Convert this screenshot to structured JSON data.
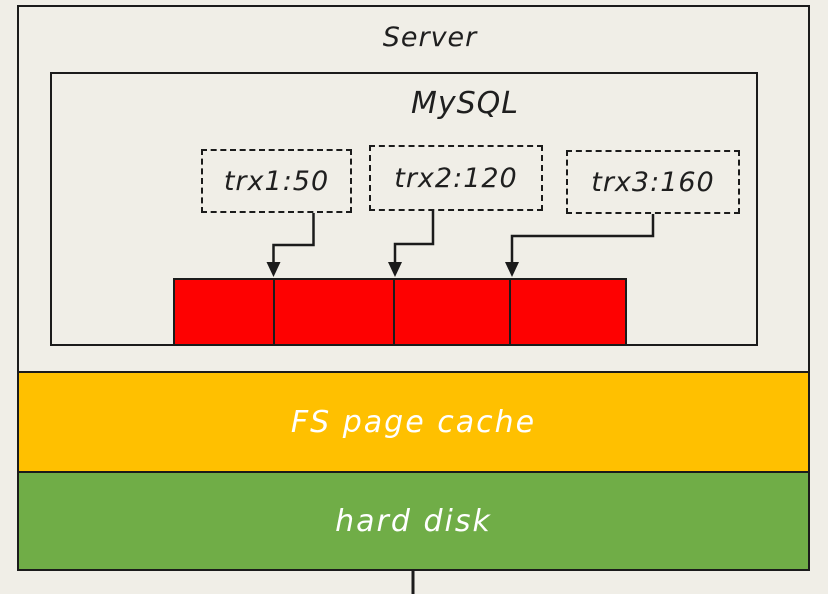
{
  "colors": {
    "background": "#f0eee7",
    "ink": "#1b1b1b",
    "red": "#fe0101",
    "orange": "#ffc000",
    "green": "#70ad47",
    "band_text": "#ffffff"
  },
  "diagram": {
    "server_label": "Server",
    "mysql_label": "MySQL",
    "transactions": [
      {
        "label": "trx1:50"
      },
      {
        "label": "trx2:120"
      },
      {
        "label": "trx3:160"
      }
    ],
    "log_bar_segments": 4,
    "fs_page_cache_label": "FS page cache",
    "hard_disk_label": "hard disk"
  }
}
